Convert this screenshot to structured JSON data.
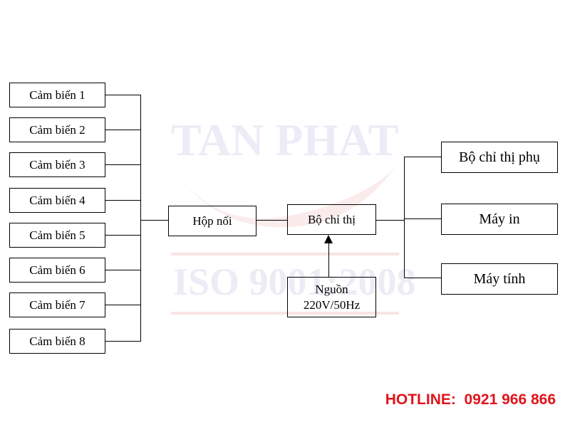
{
  "watermark": {
    "line1": "TAN PHAT",
    "line2": "ISO 9001:2008"
  },
  "sensors": [
    "Cảm biến 1",
    "Cảm biến 2",
    "Cảm biến 3",
    "Cảm biến 4",
    "Cảm biến 5",
    "Cảm biến 6",
    "Cảm biến 7",
    "Cảm biến 8"
  ],
  "junction_box": "Hộp nối",
  "indicator": "Bộ chỉ thị",
  "power": "Nguồn\n220V/50Hz",
  "outputs": {
    "sub_indicator": "Bộ chỉ thị phụ",
    "printer": "Máy in",
    "computer": "Máy tính"
  },
  "hotline": {
    "label": "HOTLINE:",
    "number": "0921 966 866"
  },
  "colors": {
    "hotline": "#e0141b",
    "watermark_text": "#ebecf6",
    "watermark_accent": "#f9e3e3"
  }
}
